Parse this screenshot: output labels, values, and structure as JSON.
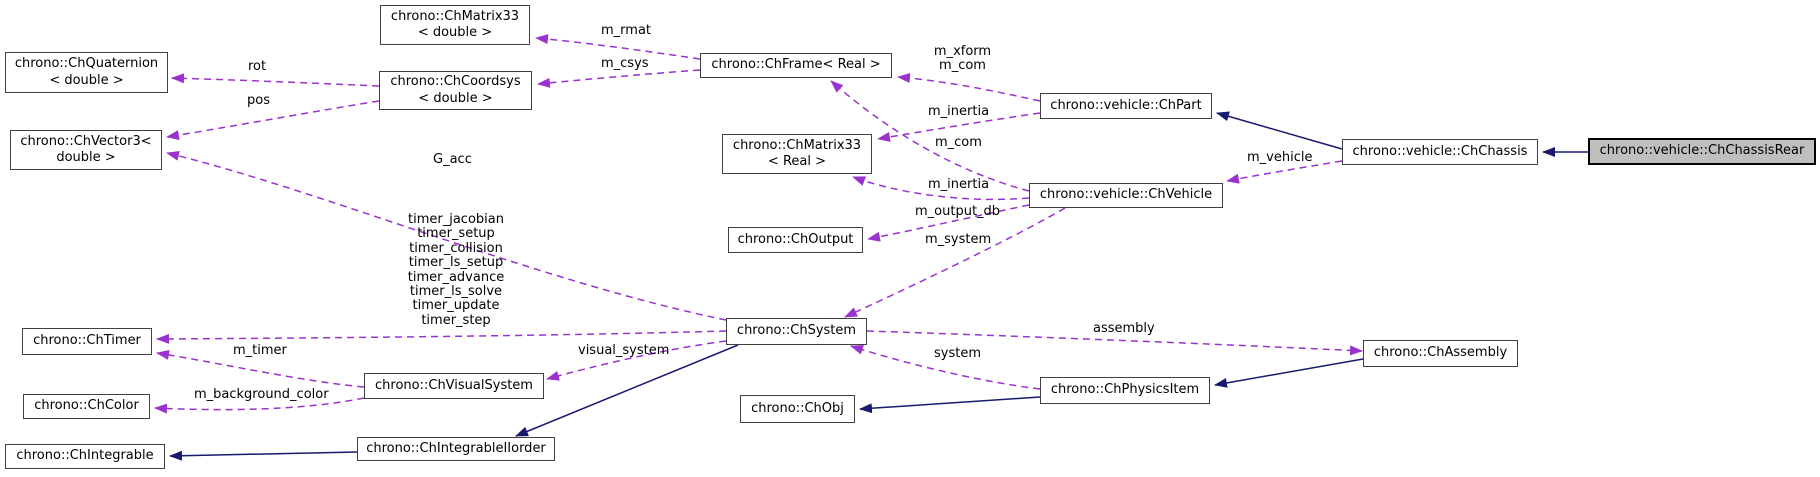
{
  "diagram": {
    "type": "doxygen-collaboration-graph",
    "colors": {
      "usage_edge": "#9a32cd",
      "inheritance_edge": "#191970",
      "node_border": "#404040",
      "node_fill": "#ffffff",
      "highlight_fill": "#bfbfbf",
      "highlight_border": "#000000"
    },
    "nodes": {
      "matrix33_double": {
        "label": "chrono::ChMatrix33\n< double >"
      },
      "quaternion": {
        "label": "chrono::ChQuaternion\n< double >"
      },
      "coordsys": {
        "label": "chrono::ChCoordsys\n< double >"
      },
      "vector3": {
        "label": "chrono::ChVector3<\ndouble >"
      },
      "frame": {
        "label": "chrono::ChFrame< Real >"
      },
      "matrix33_real": {
        "label": "chrono::ChMatrix33\n< Real >"
      },
      "output": {
        "label": "chrono::ChOutput"
      },
      "part": {
        "label": "chrono::vehicle::ChPart"
      },
      "vehicle": {
        "label": "chrono::vehicle::ChVehicle"
      },
      "chassis": {
        "label": "chrono::vehicle::ChChassis"
      },
      "chassis_rear": {
        "label": "chrono::vehicle::ChChassisRear",
        "highlighted": true
      },
      "system": {
        "label": "chrono::ChSystem"
      },
      "timer": {
        "label": "chrono::ChTimer"
      },
      "visual_system": {
        "label": "chrono::ChVisualSystem"
      },
      "color": {
        "label": "chrono::ChColor"
      },
      "integrable_iiorder": {
        "label": "chrono::ChIntegrableIIorder"
      },
      "integrable": {
        "label": "chrono::ChIntegrable"
      },
      "assembly": {
        "label": "chrono::ChAssembly"
      },
      "physics_item": {
        "label": "chrono::ChPhysicsItem"
      },
      "obj": {
        "label": "chrono::ChObj"
      }
    },
    "edge_labels": {
      "rot": "rot",
      "pos": "pos",
      "m_rmat": "m_rmat",
      "m_csys": "m_csys",
      "m_xform_m_com": "m_xform\nm_com",
      "m_inertia": "m_inertia",
      "m_com": "m_com",
      "m_output_db": "m_output_db",
      "m_system": "m_system",
      "m_vehicle": "m_vehicle",
      "g_acc": "G_acc",
      "timers": "timer_jacobian\ntimer_setup\ntimer_collision\ntimer_ls_setup\ntimer_advance\ntimer_ls_solve\ntimer_update\ntimer_step",
      "m_timer": "m_timer",
      "visual_system": "visual_system",
      "m_background_color": "m_background_color",
      "assembly": "assembly",
      "system": "system"
    },
    "edges": [
      {
        "from": "coordsys",
        "to": "quaternion",
        "label": "rot",
        "style": "dashed"
      },
      {
        "from": "coordsys",
        "to": "vector3",
        "label": "pos",
        "style": "dashed"
      },
      {
        "from": "frame",
        "to": "matrix33_double",
        "label": "m_rmat",
        "style": "dashed"
      },
      {
        "from": "frame",
        "to": "coordsys",
        "label": "m_csys",
        "style": "dashed"
      },
      {
        "from": "part",
        "to": "frame",
        "label": "m_xform\nm_com",
        "style": "dashed"
      },
      {
        "from": "part",
        "to": "matrix33_real",
        "label": "m_inertia",
        "style": "dashed"
      },
      {
        "from": "vehicle",
        "to": "frame",
        "label": "m_com",
        "style": "dashed"
      },
      {
        "from": "vehicle",
        "to": "matrix33_real",
        "label": "m_inertia",
        "style": "dashed"
      },
      {
        "from": "vehicle",
        "to": "output",
        "label": "m_output_db",
        "style": "dashed"
      },
      {
        "from": "vehicle",
        "to": "system",
        "label": "m_system",
        "style": "dashed"
      },
      {
        "from": "chassis",
        "to": "vehicle",
        "label": "m_vehicle",
        "style": "dashed"
      },
      {
        "from": "system",
        "to": "vector3",
        "label": "G_acc",
        "style": "dashed"
      },
      {
        "from": "system",
        "to": "timer",
        "label": "timer_jacobian timer_setup timer_collision timer_ls_setup timer_advance timer_ls_solve timer_update timer_step",
        "style": "dashed"
      },
      {
        "from": "system",
        "to": "visual_system",
        "label": "visual_system",
        "style": "dashed"
      },
      {
        "from": "visual_system",
        "to": "timer",
        "label": "m_timer",
        "style": "dashed"
      },
      {
        "from": "visual_system",
        "to": "color",
        "label": "m_background_color",
        "style": "dashed"
      },
      {
        "from": "system",
        "to": "assembly",
        "label": "assembly",
        "style": "dashed"
      },
      {
        "from": "physics_item",
        "to": "system",
        "label": "system",
        "style": "dashed"
      },
      {
        "from": "chassis",
        "to": "part",
        "style": "solid-inheritance"
      },
      {
        "from": "chassis_rear",
        "to": "chassis",
        "style": "solid-inheritance"
      },
      {
        "from": "assembly",
        "to": "physics_item",
        "style": "solid-inheritance"
      },
      {
        "from": "physics_item",
        "to": "obj",
        "style": "solid-inheritance"
      },
      {
        "from": "system",
        "to": "integrable_iiorder",
        "style": "solid-inheritance"
      },
      {
        "from": "integrable_iiorder",
        "to": "integrable",
        "style": "solid-inheritance"
      }
    ]
  }
}
